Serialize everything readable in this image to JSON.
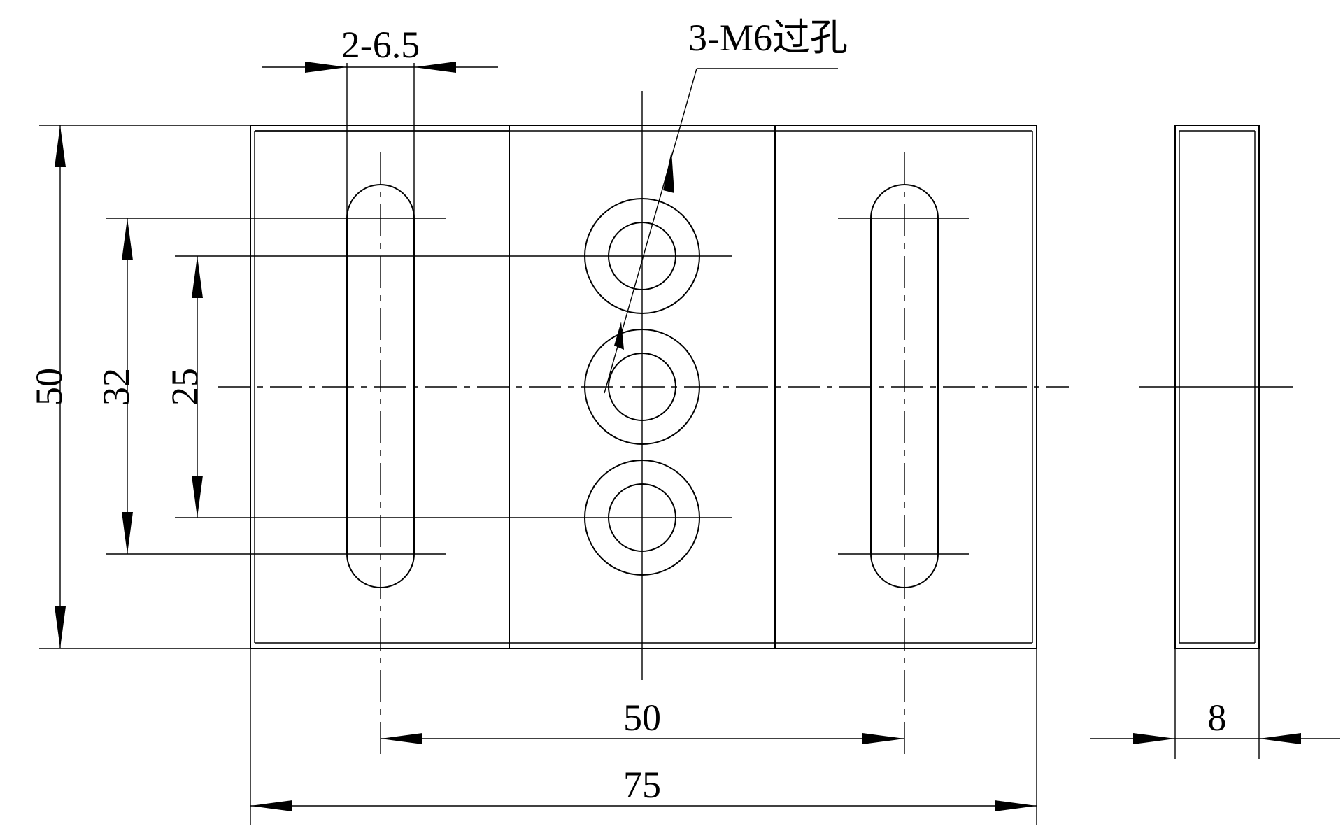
{
  "drawing": {
    "labels": {
      "slot_width": "2-6.5",
      "hole_callout": "3-M6过孔",
      "height_overall": "50",
      "slot_length": "32",
      "hole_pitch": "25",
      "slot_spacing": "50",
      "width_overall": "75",
      "thickness": "8"
    }
  }
}
